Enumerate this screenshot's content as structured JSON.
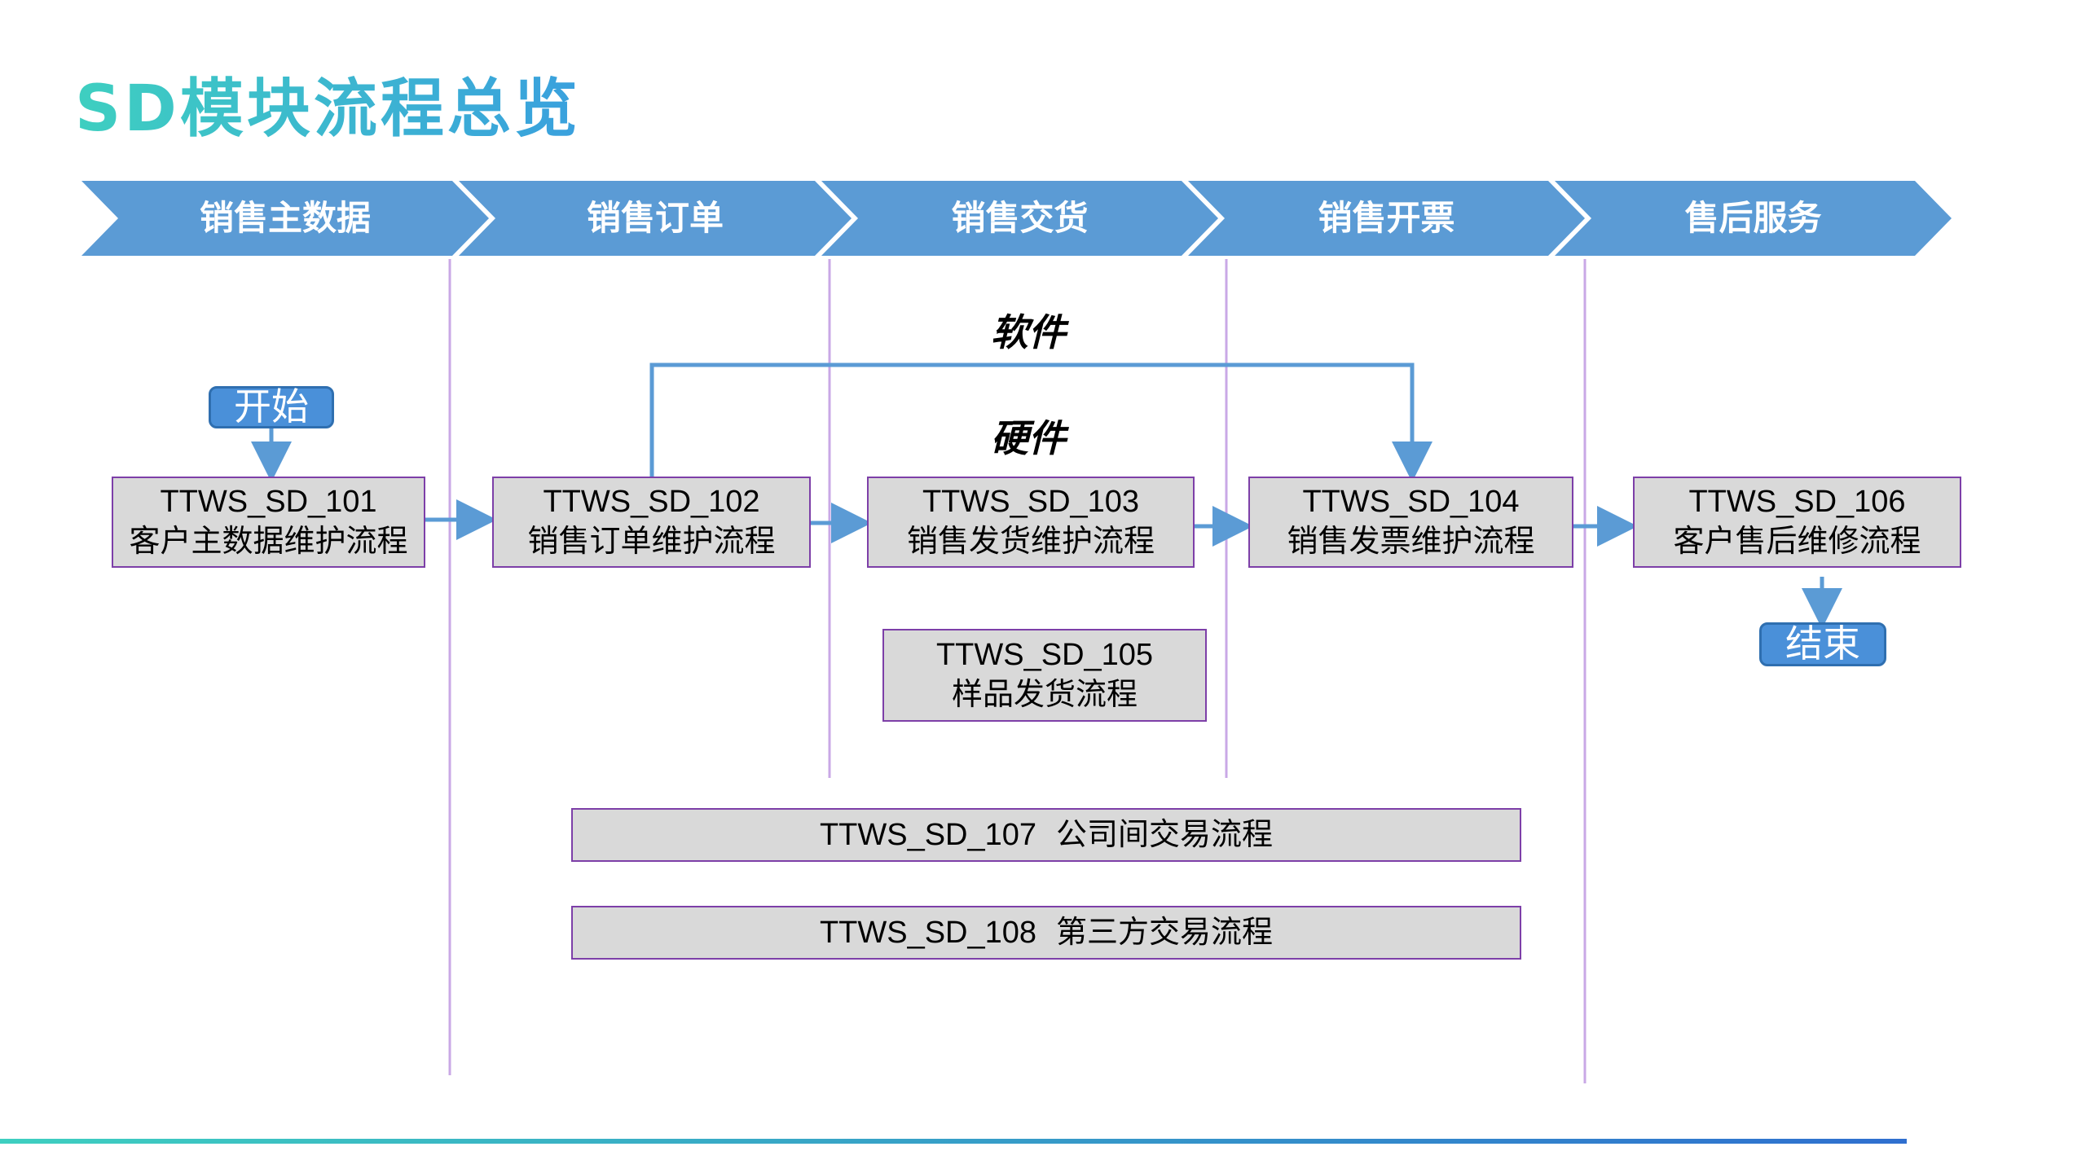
{
  "title": "SD模块流程总览",
  "phases": [
    "销售主数据",
    "销售订单",
    "销售交货",
    "销售开票",
    "售后服务"
  ],
  "start_label": "开始",
  "end_label": "结束",
  "software_label": "软件",
  "hardware_label": "硬件",
  "processes": {
    "p101": {
      "code": "TTWS_SD_101",
      "name": "客户主数据维护流程"
    },
    "p102": {
      "code": "TTWS_SD_102",
      "name": "销售订单维护流程"
    },
    "p103": {
      "code": "TTWS_SD_103",
      "name": "销售发货维护流程"
    },
    "p104": {
      "code": "TTWS_SD_104",
      "name": "销售发票维护流程"
    },
    "p105": {
      "code": "TTWS_SD_105",
      "name": "样品发货流程"
    },
    "p106": {
      "code": "TTWS_SD_106",
      "name": "客户售后维修流程"
    },
    "p107": {
      "code": "TTWS_SD_107",
      "name": "公司间交易流程"
    },
    "p108": {
      "code": "TTWS_SD_108",
      "name": "第三方交易流程"
    }
  },
  "colors": {
    "chevron": "#5b9bd5",
    "arrow": "#5b9bd5",
    "divider": "#c9a8e6",
    "box_fill": "#d9d9d9",
    "box_border": "#7d3fa8",
    "title_start": "#3ecfc0",
    "title_end": "#3aa0de"
  }
}
